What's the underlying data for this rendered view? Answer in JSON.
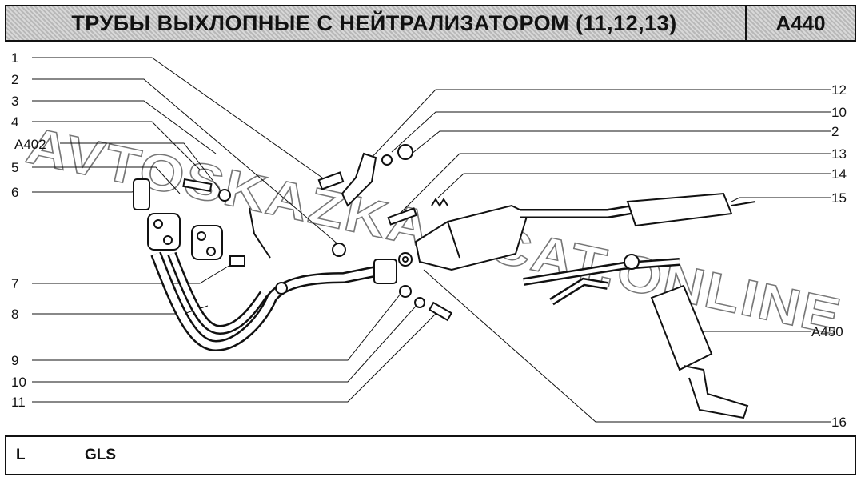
{
  "header": {
    "title": "ТРУБЫ ВЫХЛОПНЫЕ С НЕЙТРАЛИЗАТОРОМ (11,12,13)",
    "code": "A440"
  },
  "watermark": "AVTOSKAZKA.ACAT.ONLINE",
  "callouts_left": [
    "1",
    "2",
    "3",
    "4",
    "A402",
    "5",
    "6",
    "7",
    "8",
    "9",
    "10",
    "11"
  ],
  "callouts_right": [
    "12",
    "10",
    "2",
    "13",
    "14",
    "15",
    "A450",
    "16"
  ],
  "footer": {
    "modifications": [
      "L",
      "GLS"
    ]
  }
}
